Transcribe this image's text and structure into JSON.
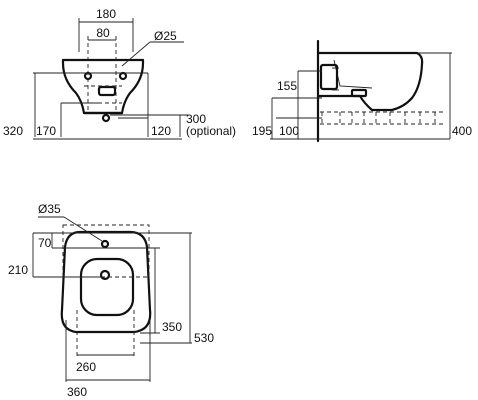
{
  "front_view": {
    "dim_180": "180",
    "dim_80": "80",
    "dim_dia25": "Ø25",
    "dim_320": "320",
    "dim_170": "170",
    "dim_120": "120",
    "dim_300": "300",
    "dim_optional": "(optional)"
  },
  "side_view": {
    "dim_155": "155",
    "dim_195": "195",
    "dim_100": "100",
    "dim_400": "400"
  },
  "plan_view": {
    "dim_dia35": "Ø35",
    "dim_70": "70",
    "dim_210": "210",
    "dim_350": "350",
    "dim_530": "530",
    "dim_260": "260",
    "dim_360": "360"
  }
}
